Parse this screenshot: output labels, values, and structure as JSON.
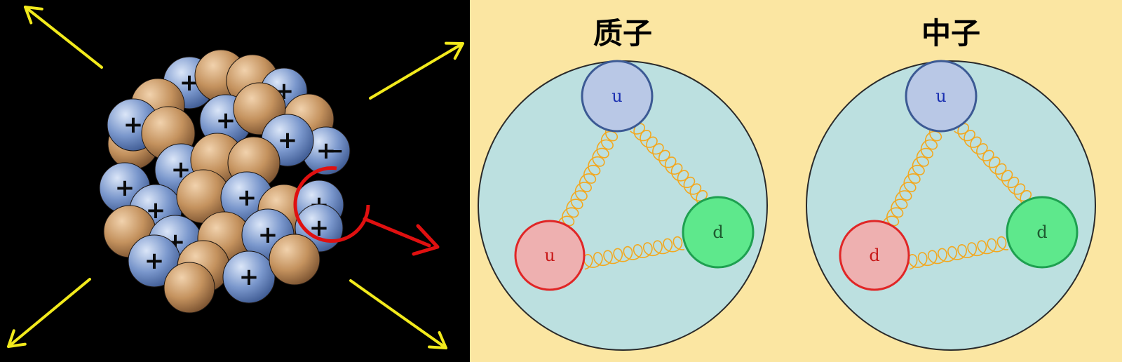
{
  "nucleus": {
    "proton_sign": "+",
    "neutron_sign": "−",
    "arrow_color": "#f2ea1c",
    "highlight_color": "#e01010",
    "proton_color": "#6f8fc8",
    "neutron_color": "#b98a58"
  },
  "panel_background": "#fbe6a2",
  "proton_diagram": {
    "title": "质子",
    "quarks": [
      {
        "label": "u",
        "role": "top",
        "fill": "#b9c8e6",
        "stroke": "#3c5a94",
        "text_color": "#1a2fb0"
      },
      {
        "label": "u",
        "role": "bottom-left",
        "fill": "#eeb0b0",
        "stroke": "#e02626",
        "text_color": "#c81818"
      },
      {
        "label": "d",
        "role": "right",
        "fill": "#5ee88c",
        "stroke": "#1ea050",
        "text_color": "#1e5a30"
      }
    ]
  },
  "neutron_diagram": {
    "title": "中子",
    "quarks": [
      {
        "label": "u",
        "role": "top",
        "fill": "#b9c8e6",
        "stroke": "#3c5a94",
        "text_color": "#1a2fb0"
      },
      {
        "label": "d",
        "role": "bottom-left",
        "fill": "#eeb0b0",
        "stroke": "#e02626",
        "text_color": "#c81818"
      },
      {
        "label": "d",
        "role": "right",
        "fill": "#5ee88c",
        "stroke": "#1ea050",
        "text_color": "#1e5a30"
      }
    ]
  },
  "hadron_fill": "#bce0e0",
  "gluon_color": "#f2a820"
}
